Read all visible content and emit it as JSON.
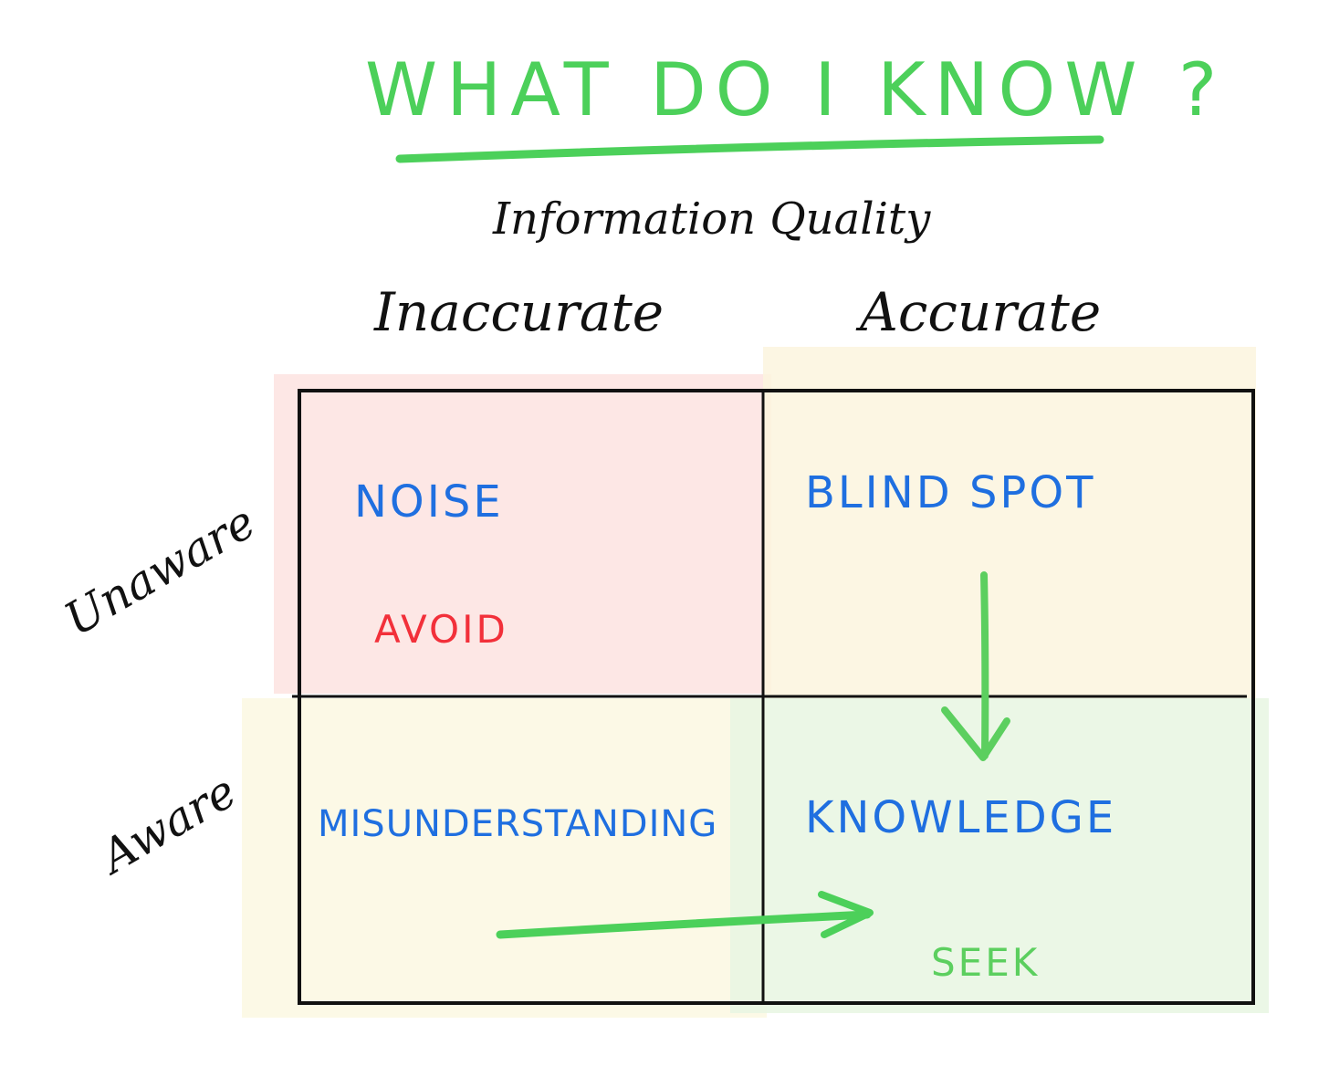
{
  "title": "WHAT DO I KNOW ?",
  "axis_title": "Information Quality",
  "columns": [
    "Inaccurate",
    "Accurate"
  ],
  "rows": [
    "Unaware",
    "Aware"
  ],
  "cells": {
    "noise": "NOISE",
    "blind_spot": "BLIND SPOT",
    "misunderstanding": "MISUNDERSTANDING",
    "knowledge": "KNOWLEDGE"
  },
  "actions": {
    "avoid": "AVOID",
    "seek": "SEEK"
  },
  "colors": {
    "title_green": "#4cd05a",
    "label_blue": "#1f6fe0",
    "avoid_red": "#f2303a",
    "seek_green": "#5ccf5f",
    "noise_fill": "#fde3e1",
    "blind_spot_fill": "#fbf6e3",
    "misunderstanding_fill": "#fbf8e4",
    "knowledge_fill": "#e9f7e3"
  }
}
